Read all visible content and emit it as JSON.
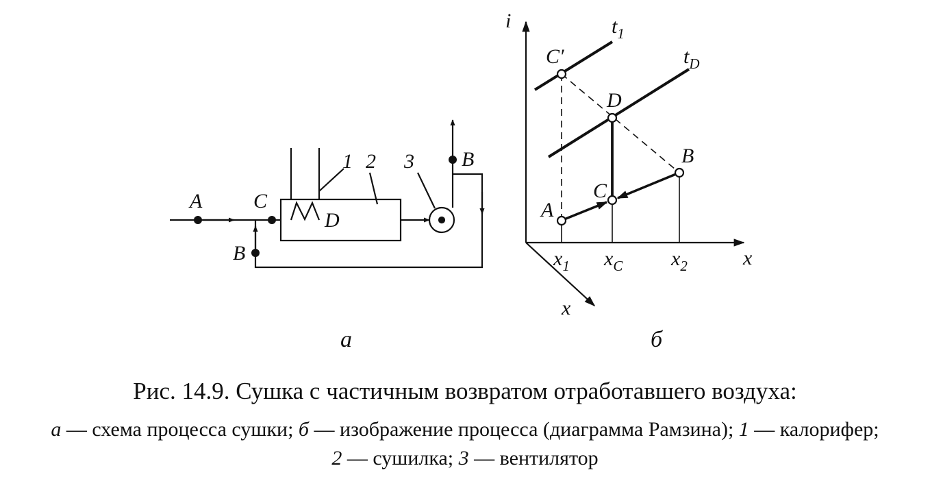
{
  "scheme": {
    "points": {
      "A": "A",
      "B_top": "B",
      "B_bottom": "B",
      "C": "C",
      "D": "D"
    },
    "numbers": {
      "heater": "1",
      "dryer": "2",
      "fan": "3"
    }
  },
  "diagram": {
    "axes": {
      "vertical": "i",
      "horizontal": "x",
      "oblique": "x"
    },
    "lines": {
      "t1": "t",
      "t1_sub": "1",
      "tD": "t",
      "tD_sub": "D"
    },
    "points": {
      "C_prime": "C′",
      "D": "D",
      "B": "B",
      "C": "C",
      "A": "A"
    },
    "ticks": [
      {
        "main": "x",
        "sub": "1"
      },
      {
        "main": "x",
        "sub": "C"
      },
      {
        "main": "x",
        "sub": "2"
      }
    ]
  },
  "panels": {
    "a": "а",
    "b": "б"
  },
  "caption": {
    "title": "Рис. 14.9. Сушка с частичным возвратом отработавшего воздуха:",
    "legend": {
      "a_letter": "а",
      "a_text": " — схема процесса сушки; ",
      "b_letter": "б",
      "b_text": " — изображение процесса (диаграмма Рамзина); ",
      "n1": "1",
      "n1_text": " — калорифер; ",
      "n2": "2",
      "n2_text": " — сушилка; ",
      "n3": "3",
      "n3_text": " — вентилятор"
    }
  }
}
